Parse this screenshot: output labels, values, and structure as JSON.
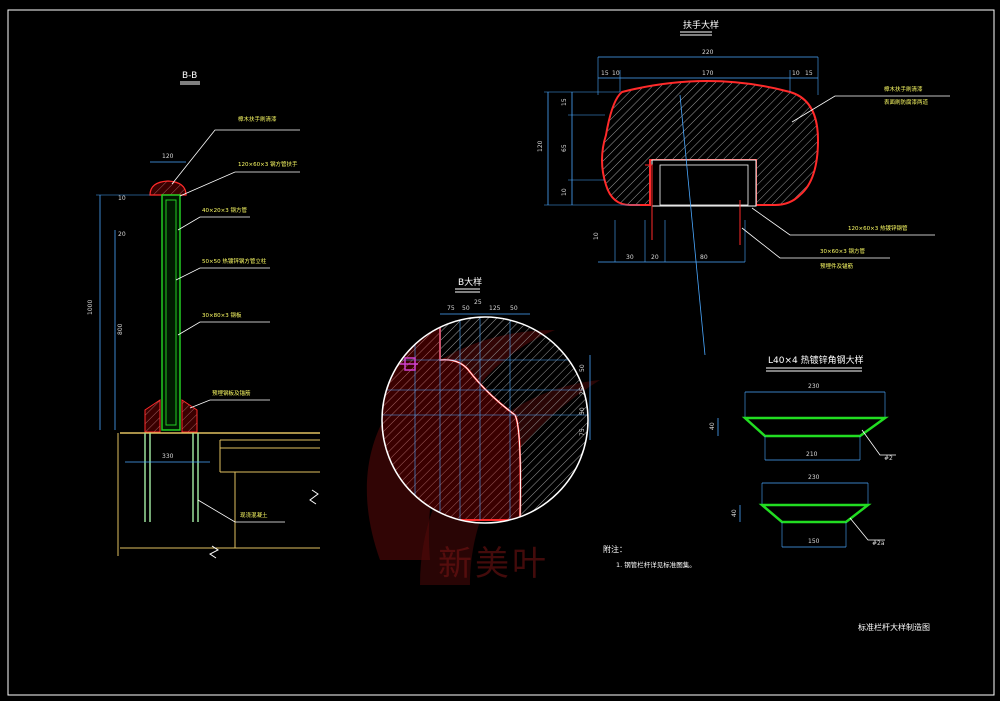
{
  "colors": {
    "background": "#000000",
    "line": "#ffffff",
    "dimension": "#4aa8ff",
    "profile": "#ff2a2a",
    "steel": "#22cc22",
    "leader": "#ffff00",
    "watermark": "#7a1515"
  },
  "drawing": {
    "frame_title": "标准栏杆大样制造图",
    "watermark": "新美叶",
    "notes_title": "附注：",
    "notes_item": "1. 钢管栏杆详见标准图集。"
  },
  "section_bb": {
    "title": "B-B",
    "dims": {
      "top_width": "120",
      "top_small": "10",
      "upper": "20",
      "height_total": "1000",
      "post_height": "800",
      "base_width": "330"
    },
    "callouts": [
      "樟木扶手刷清漆",
      "120×60×3 钢方管扶手",
      "40×20×3 钢方管",
      "50×50 热镀锌钢方管立柱",
      "30×80×3 钢板",
      "预埋钢板及锚筋",
      "现浇混凝土"
    ]
  },
  "handrail_detail": {
    "title": "扶手大样",
    "dims": {
      "overall": "220",
      "inner": "170",
      "left_a": "15",
      "left_b": "10",
      "right_a": "10",
      "right_b": "15",
      "height": "120",
      "h1": "15",
      "h2": "65",
      "h3": "10",
      "h4": "10",
      "bottom_a": "30",
      "bottom_b": "20",
      "bottom_c": "80"
    },
    "callouts": [
      "樟木扶手刷清漆",
      "表面刷防腐漆两道",
      "120×60×3 热镀锌钢管",
      "30×60×3 钢方管",
      "预埋件及锚筋"
    ]
  },
  "b_detail": {
    "title": "B大样",
    "dims": {
      "t1": "75",
      "t2": "50",
      "t3": "25",
      "t4": "125",
      "t5": "50",
      "r1": "50",
      "r2": "25",
      "r3": "50",
      "r4": "75"
    }
  },
  "angle_detail": {
    "title": "L40×4 热镀锌角钢大样",
    "upper": {
      "top": "230",
      "bottom": "210",
      "height": "40",
      "tag": "#2"
    },
    "lower": {
      "top": "230",
      "bottom": "150",
      "height": "40",
      "tag": "#2a"
    }
  }
}
